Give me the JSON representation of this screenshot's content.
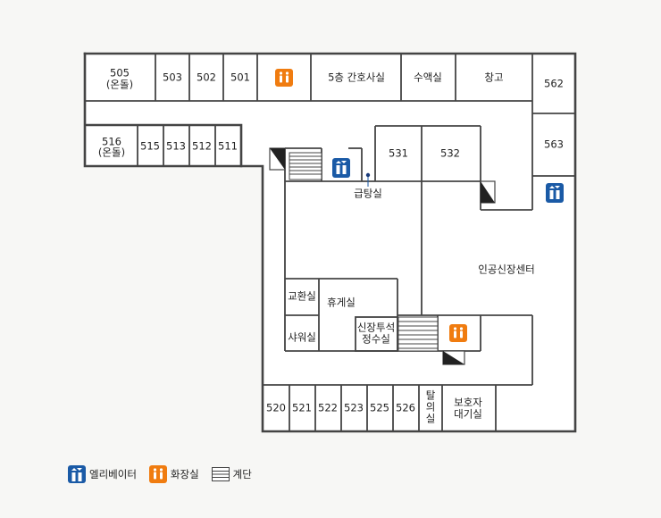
{
  "rooms": {
    "r505": [
      "505",
      "(온돌)"
    ],
    "r503": "503",
    "r502": "502",
    "r501": "501",
    "nurse": "5층 간호사실",
    "infusion": "수액실",
    "storage": "창고",
    "r562": "562",
    "r563": "563",
    "r516": [
      "516",
      "(온돌)"
    ],
    "r515": "515",
    "r513": "513",
    "r512": "512",
    "r511": "511",
    "r531": "531",
    "r532": "532",
    "boiler": "급탕실",
    "dialysis_center": "인공신장센터",
    "exchange": "교환실",
    "lounge": "휴게실",
    "shower": "샤워실",
    "water_room": [
      "신장투석",
      "정수실"
    ],
    "r520": "520",
    "r521": "521",
    "r522": "522",
    "r523": "523",
    "r525": "525",
    "r526": "526",
    "changing": [
      "탈",
      "의",
      "실"
    ],
    "guardian": [
      "보호자",
      "대기실"
    ]
  },
  "legend": {
    "elevator": "엘리베이터",
    "restroom": "화장실",
    "stairs": "계단"
  },
  "colors": {
    "elevator": "#1a5aa6",
    "restroom": "#f07c10",
    "wall": "#444444"
  }
}
